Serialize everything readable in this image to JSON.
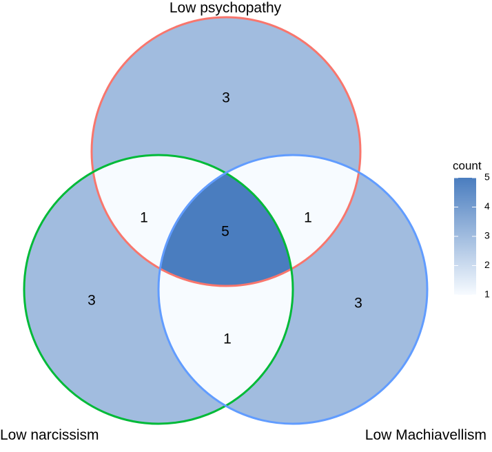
{
  "chart_data": {
    "type": "venn",
    "sets": [
      {
        "name": "Low psychopathy",
        "color": "#F8766D"
      },
      {
        "name": "Low narcissism",
        "color": "#00BA38"
      },
      {
        "name": "Low Machiavellism",
        "color": "#619CFF"
      }
    ],
    "regions": [
      {
        "sets": [
          "Low psychopathy"
        ],
        "count": 3
      },
      {
        "sets": [
          "Low narcissism"
        ],
        "count": 3
      },
      {
        "sets": [
          "Low Machiavellism"
        ],
        "count": 3
      },
      {
        "sets": [
          "Low psychopathy",
          "Low narcissism"
        ],
        "count": 1
      },
      {
        "sets": [
          "Low psychopathy",
          "Low Machiavellism"
        ],
        "count": 1
      },
      {
        "sets": [
          "Low narcissism",
          "Low Machiavellism"
        ],
        "count": 1
      },
      {
        "sets": [
          "Low psychopathy",
          "Low narcissism",
          "Low Machiavellism"
        ],
        "count": 5
      }
    ],
    "legend": {
      "title": "count",
      "min": 1,
      "max": 5,
      "ticks": [
        1,
        2,
        3,
        4,
        5
      ],
      "low_color": "#F7FBFF",
      "high_color": "#4A7DBF",
      "placement": "right"
    }
  }
}
